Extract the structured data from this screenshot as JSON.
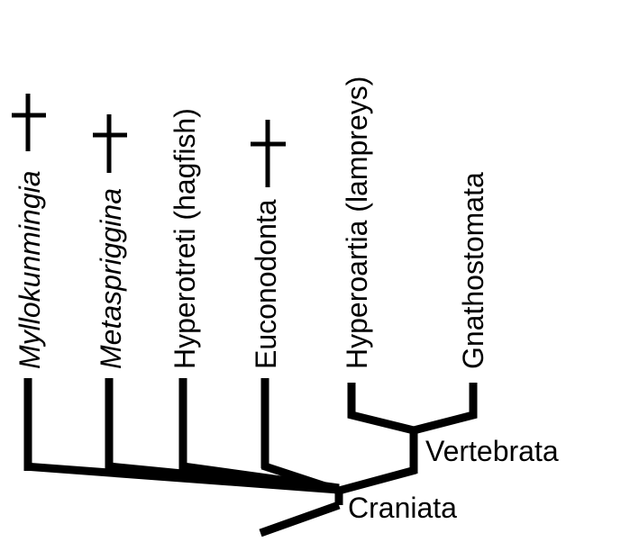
{
  "taxa": [
    {
      "label": "Myllokunmingia",
      "italic": true,
      "extinct": true
    },
    {
      "label": "Metaspriggina",
      "italic": true,
      "extinct": true
    },
    {
      "label": "Hyperotreti (hagfish)",
      "italic": false,
      "extinct": false
    },
    {
      "label": "Euconodonta",
      "italic": false,
      "extinct": true
    },
    {
      "label": "Hyperoartia (lampreys)",
      "italic": false,
      "extinct": false
    },
    {
      "label": "Gnathostomata",
      "italic": false,
      "extinct": false
    }
  ],
  "nodes": {
    "vertebrata": "Vertebrata",
    "craniata": "Craniata"
  },
  "colors": {
    "line": "#000000",
    "background": "#ffffff"
  }
}
